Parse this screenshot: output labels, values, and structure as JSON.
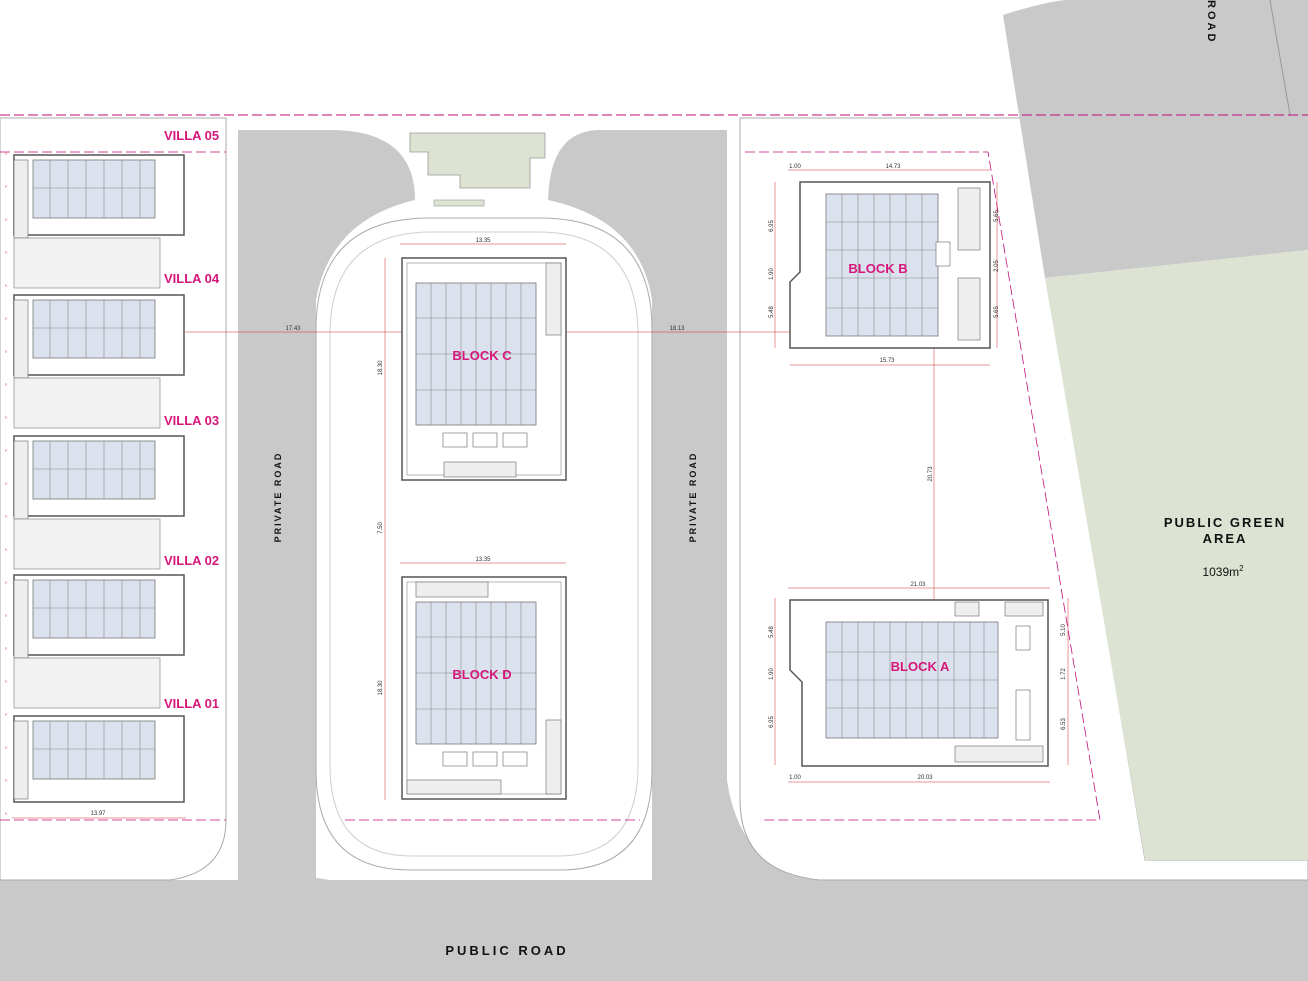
{
  "roads": {
    "public_road": "PUBLIC ROAD",
    "private_road_left": "PRIVATE ROAD",
    "private_road_right": "PRIVATE ROAD",
    "road_top_right": "ROAD"
  },
  "green_area": {
    "title_line1": "PUBLIC GREEN",
    "title_line2": "AREA",
    "area_value": "1039m",
    "area_unit_exp": "2"
  },
  "blocks": {
    "a": "BLOCK A",
    "b": "BLOCK B",
    "c": "BLOCK C",
    "d": "BLOCK D"
  },
  "villas": {
    "v01": "VILLA 01",
    "v02": "VILLA 02",
    "v03": "VILLA 03",
    "v04": "VILLA 04",
    "v05": "VILLA 05"
  },
  "dimensions": {
    "c_width": "13.35",
    "d_width": "13.35",
    "c_height": "18.30",
    "d_height": "18.30",
    "cd_gap": "7.50",
    "villa_to_c": "17.43",
    "c_to_b": "18.13",
    "b_to_a": "20.73",
    "b_offset": "1.00",
    "b_top_width": "14.73",
    "b_bottom_width": "15.73",
    "b_left_1": "6.95",
    "b_left_2": "1.90",
    "b_left_3": "5.48",
    "b_right_1": "5.65",
    "b_right_2": "2.05",
    "b_right_3": "5.65",
    "a_top_width": "21.03",
    "a_offset": "1.00",
    "a_bottom_width": "20.03",
    "a_left_1": "5.48",
    "a_left_2": "1.90",
    "a_left_3": "6.95",
    "a_right_1": "5.10",
    "a_right_2": "1.72",
    "a_right_3": "6.53",
    "villa_width": "13.97"
  },
  "colors": {
    "road": "#c9c9c9",
    "road_dark": "#bcbcbc",
    "green": "#dde3d2",
    "label": "#d6167a",
    "boundary": "#c0107a",
    "dimension": "#d42a2a",
    "glass": "#dbe2ee"
  }
}
